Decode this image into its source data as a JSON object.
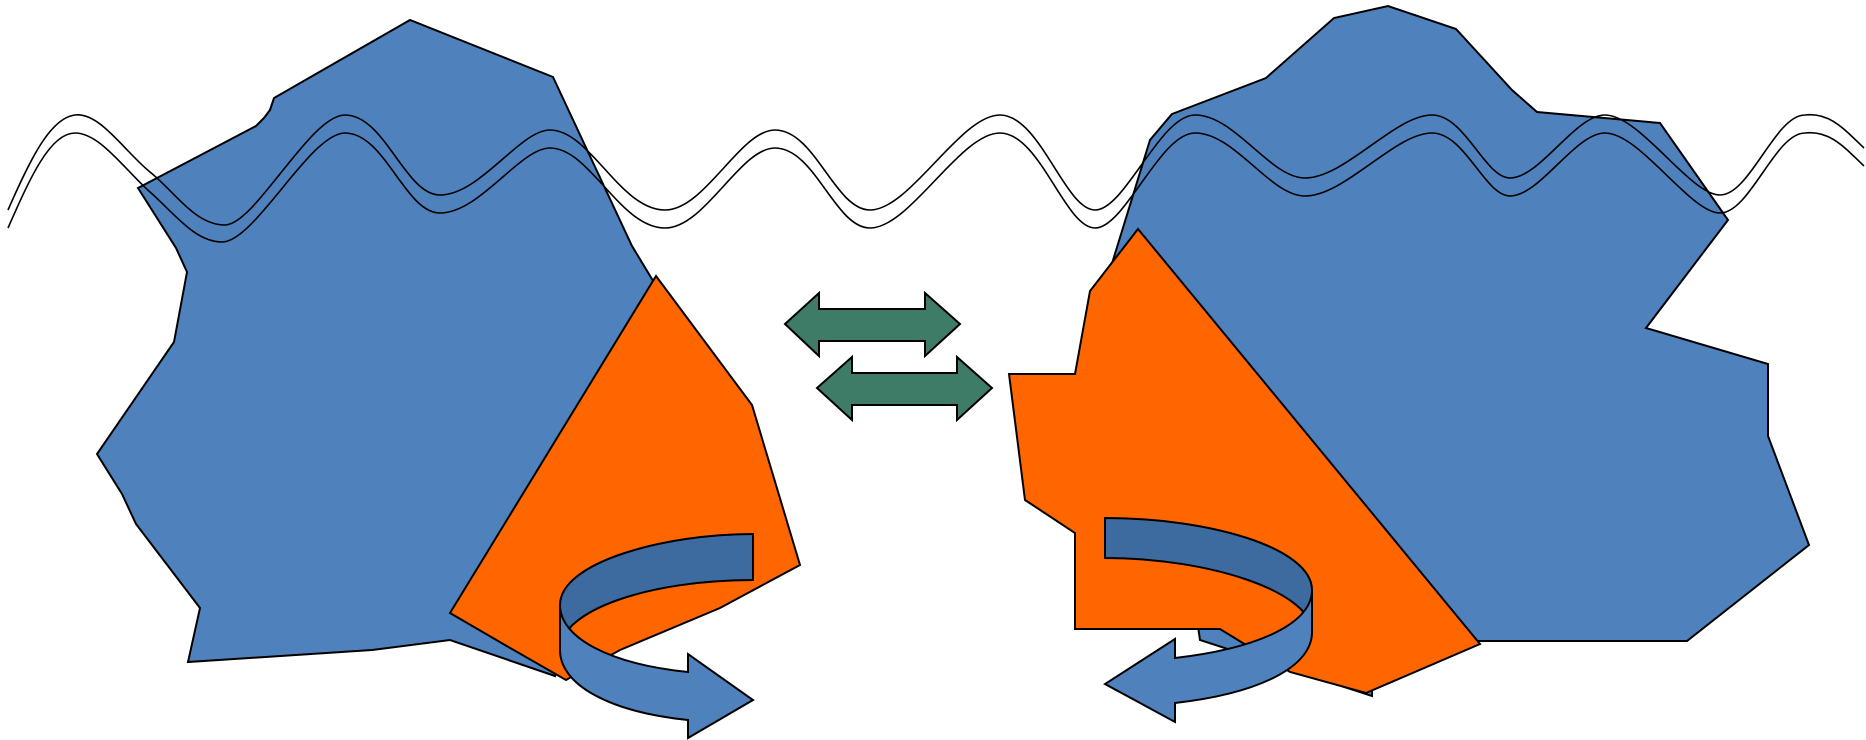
{
  "diagram": {
    "colors": {
      "block": "#4f81bd",
      "block_dark": "#3d6a9f",
      "overlay": "#ff6600",
      "arrow": "#3f7c68",
      "line": "#000000",
      "background": "#ffffff"
    },
    "shapes": {
      "left_block": {
        "name": "blue-polygon",
        "color": "block"
      },
      "right_block": {
        "name": "blue-polygon",
        "color": "block"
      },
      "left_overlay": {
        "name": "orange-polygon",
        "color": "overlay"
      },
      "right_overlay": {
        "name": "orange-polygon",
        "color": "overlay"
      },
      "center_arrows": {
        "name": "double-headed-arrow",
        "count": 2,
        "color": "arrow"
      },
      "left_rotation": {
        "name": "curved-rotation-arrow",
        "direction": "clockwise"
      },
      "right_rotation": {
        "name": "curved-rotation-arrow",
        "direction": "counterclockwise"
      },
      "wave_band": {
        "name": "double-wavy-line",
        "count": 2
      }
    }
  }
}
